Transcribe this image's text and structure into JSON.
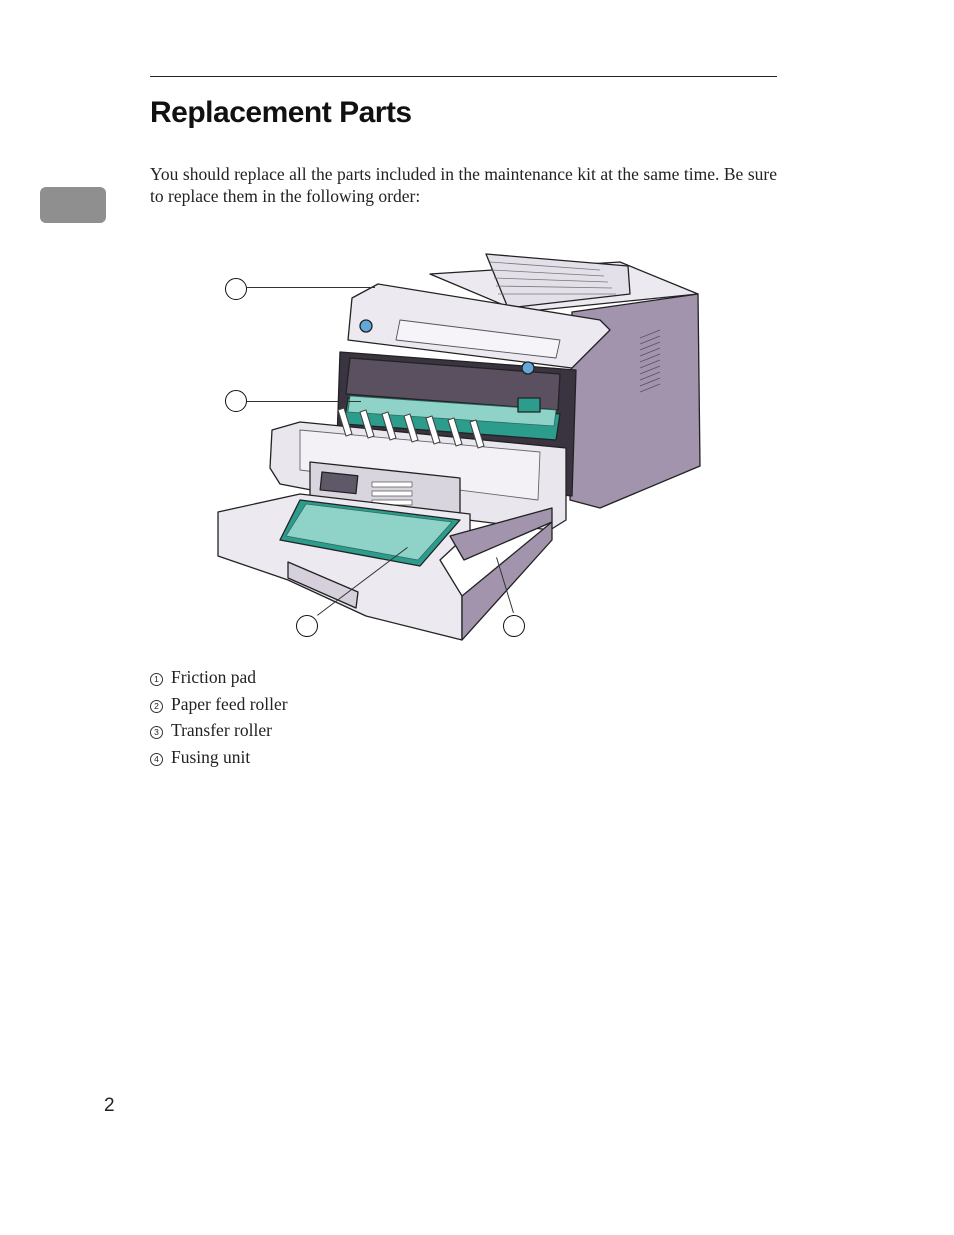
{
  "page": {
    "title": "Replacement Parts",
    "intro": "You should replace all the parts included in the maintenance kit at the same time. Be sure to replace them in the following order:",
    "page_number": "2"
  },
  "figure": {
    "icon": "printer-illustration"
  },
  "legend": {
    "items": [
      {
        "number": "1",
        "label": "Friction pad"
      },
      {
        "number": "2",
        "label": "Paper feed roller"
      },
      {
        "number": "3",
        "label": "Transfer roller"
      },
      {
        "number": "4",
        "label": "Fusing unit"
      }
    ]
  },
  "colors": {
    "printer_body": "#e9e6ee",
    "printer_shade": "#a394ad",
    "printer_dark": "#3a3440",
    "accent_green": "#2c9c8c",
    "accent_blue": "#62a9d9",
    "chapter_tab": "#8f8f8f"
  }
}
